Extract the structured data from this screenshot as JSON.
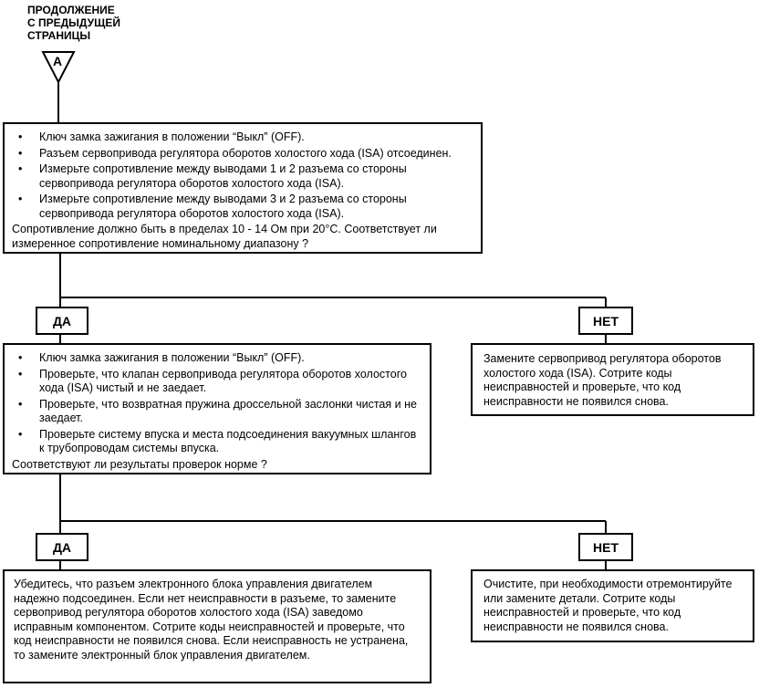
{
  "continuation": {
    "text": "ПРОДОЛЖЕНИЕ\nС ПРЕДЫДУЩЕЙ\nСТРАНИЦЫ",
    "marker": "A"
  },
  "step1": {
    "bullets": [
      "Ключ замка зажигания в положении “Выкл” (OFF).",
      "Разъем сервопривода регулятора оборотов холостого хода (ISA) отсоединен.",
      "Измерьте сопротивление между выводами 1 и 2 разъема со стороны сервопривода регулятора оборотов холостого хода (ISA).",
      "Измерьте сопротивление между выводами 3 и 2 разъема со стороны сервопривода регулятора оборотов холостого хода (ISA)."
    ],
    "question": "Сопротивление должно быть в пределах 10 - 14 Ом при 20°C. Соответствует ли измеренное сопротивление номинальному диапазону ?"
  },
  "branch1": {
    "yes_label": "ДА",
    "no_label": "НЕТ"
  },
  "step2_yes": {
    "bullets": [
      "Ключ замка зажигания в положении “Выкл” (OFF).",
      "Проверьте, что клапан сервопривода регулятора оборотов холостого хода (ISA) чистый и не заедает.",
      "Проверьте, что возвратная пружина дроссельной заслонки чистая и не заедает.",
      "Проверьте систему впуска и места подсоединения вакуумных шлангов к трубопроводам системы впуска."
    ],
    "question": "Соответствуют ли результаты проверок норме ?"
  },
  "step2_no": {
    "text": "Замените сервопривод регулятора оборотов холостого хода (ISA). Сотрите коды неисправностей и проверьте, что код неисправности не появился снова."
  },
  "branch2": {
    "yes_label": "ДА",
    "no_label": "НЕТ"
  },
  "step3_yes": {
    "text": "Убедитесь, что разъем электронного блока управления двигателем надежно подсоединен. Если нет неисправности в разъеме, то замените сервопривод регулятора оборотов холостого хода (ISA) заведомо исправным компонентом. Сотрите коды неисправностей и проверьте, что код неисправности не появился снова. Если неисправность не устранена, то замените электронный блок управления двигателем."
  },
  "step3_no": {
    "text": "Очистите, при необходимости отремонтируйте или замените детали. Сотрите коды неисправностей и проверьте, что код неисправности не появился снова."
  }
}
